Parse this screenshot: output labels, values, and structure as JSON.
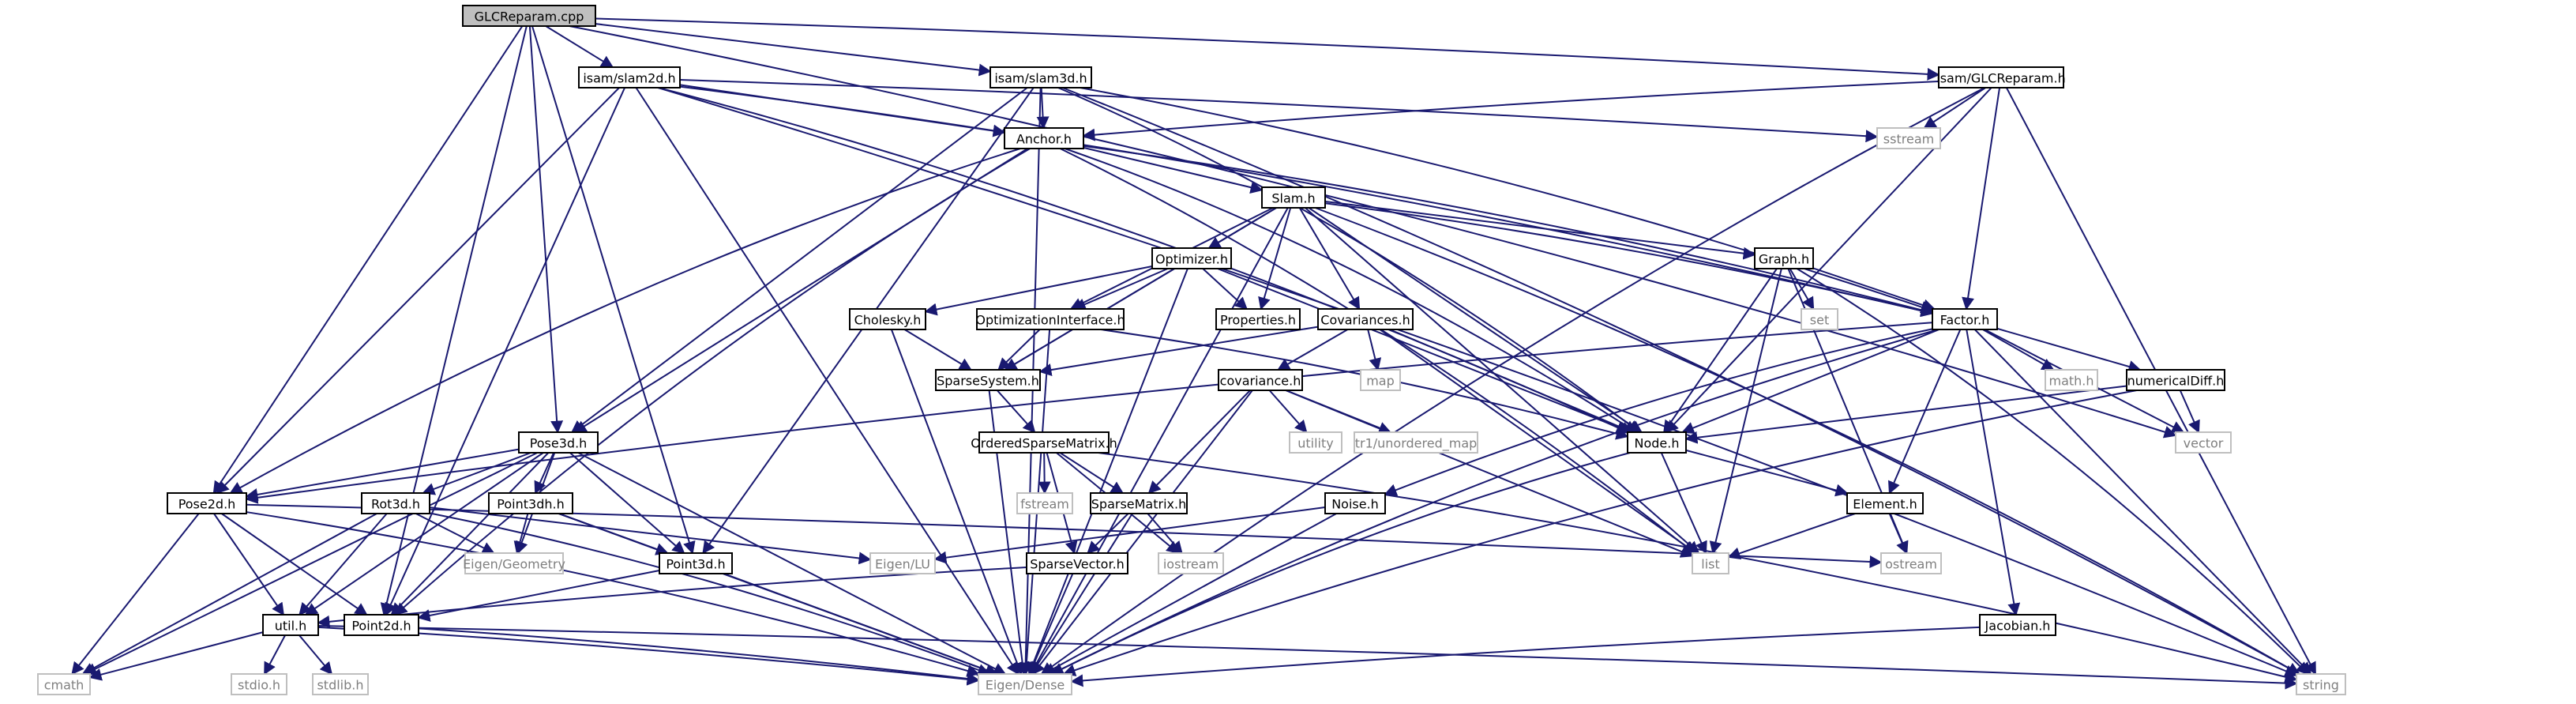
{
  "colors": {
    "edge": "#191970",
    "box_border": "#000000",
    "root_fill": "#bfbfbf",
    "system_border": "#bfbfbf",
    "system_text": "#7f7f7f",
    "text": "#000000"
  },
  "nodes": {
    "root": {
      "label": "GLCReparam.cpp"
    },
    "slam2d": {
      "label": "isam/slam2d.h"
    },
    "slam3d": {
      "label": "isam/slam3d.h"
    },
    "glcreparam_h": {
      "label": "isam/GLCReparam.h"
    },
    "anchor": {
      "label": "Anchor.h"
    },
    "sstream": {
      "label": "sstream"
    },
    "slam": {
      "label": "Slam.h"
    },
    "optimizer": {
      "label": "Optimizer.h"
    },
    "graph": {
      "label": "Graph.h"
    },
    "properties": {
      "label": "Properties.h"
    },
    "cholesky": {
      "label": "Cholesky.h"
    },
    "optiface": {
      "label": "OptimizationInterface.h"
    },
    "covariances": {
      "label": "Covariances.h"
    },
    "set": {
      "label": "set"
    },
    "factor": {
      "label": "Factor.h"
    },
    "sparsesystem": {
      "label": "SparseSystem.h"
    },
    "covariance": {
      "label": "covariance.h"
    },
    "map": {
      "label": "map"
    },
    "mathh": {
      "label": "math.h"
    },
    "numdiff": {
      "label": "numericalDiff.h"
    },
    "pose3d": {
      "label": "Pose3d.h"
    },
    "ordsparse": {
      "label": "OrderedSparseMatrix.h"
    },
    "utility": {
      "label": "utility"
    },
    "tr1map": {
      "label": "tr1/unordered_map"
    },
    "node": {
      "label": "Node.h"
    },
    "vector": {
      "label": "vector"
    },
    "pose2d": {
      "label": "Pose2d.h"
    },
    "rot3d": {
      "label": "Rot3d.h"
    },
    "point3dh": {
      "label": "Point3dh.h"
    },
    "fstream": {
      "label": "fstream"
    },
    "sparsematrix": {
      "label": "SparseMatrix.h"
    },
    "noise": {
      "label": "Noise.h"
    },
    "element": {
      "label": "Element.h"
    },
    "eigengeom": {
      "label": "Eigen/Geometry"
    },
    "point3d": {
      "label": "Point3d.h"
    },
    "eigenlu": {
      "label": "Eigen/LU"
    },
    "iostream": {
      "label": "iostream"
    },
    "sparsevector": {
      "label": "SparseVector.h"
    },
    "list": {
      "label": "list"
    },
    "ostream": {
      "label": "ostream"
    },
    "util": {
      "label": "util.h"
    },
    "point2d": {
      "label": "Point2d.h"
    },
    "jacobian": {
      "label": "Jacobian.h"
    },
    "cmath": {
      "label": "cmath"
    },
    "stdio": {
      "label": "stdio.h"
    },
    "stdlib": {
      "label": "stdlib.h"
    },
    "eigendense": {
      "label": "Eigen/Dense"
    },
    "string": {
      "label": "string"
    }
  }
}
